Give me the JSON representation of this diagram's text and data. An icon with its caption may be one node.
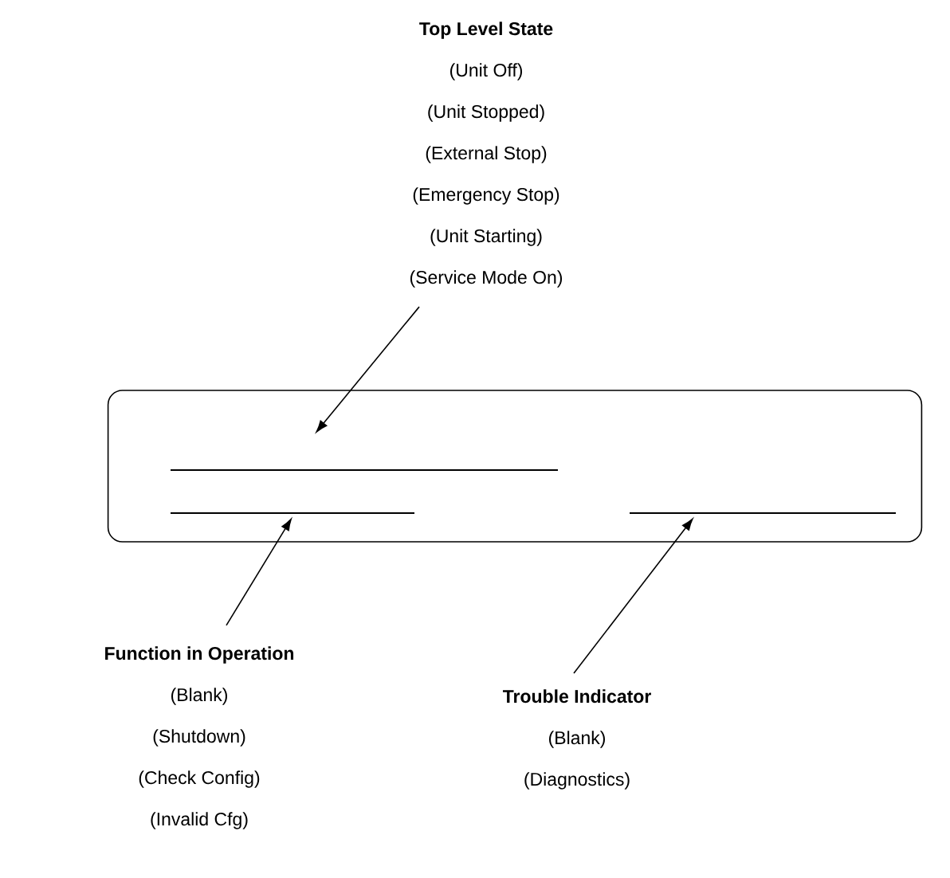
{
  "diagram": {
    "nodes": [
      {
        "text": [],
        "shape": "box"
      },
      {
        "text": [],
        "shape": "bar",
        "in": 0
      },
      {
        "text": [],
        "shape": "bar",
        "in": 0
      },
      {
        "text": [],
        "shape": "bar",
        "in": 0
      },
      {
        "text": [
          "Top Level State",
          "(Unit Off)",
          "(Unit Stopped)",
          "(External Stop)",
          "(Emergency Stop)",
          "(Unit Starting)",
          "(Service Mode On)"
        ]
      },
      {
        "text": [
          "Function in Operation",
          "(Blank)",
          "(Shutdown)",
          "(Check Config)",
          "(Invalid Cfg)"
        ]
      },
      {
        "text": [
          "Trouble Indicator",
          "(Blank)",
          "(Diagnostics)"
        ]
      }
    ],
    "edges": [
      {
        "from": 4,
        "to": 1,
        "arrow": "to"
      },
      {
        "from": 5,
        "to": 2,
        "arrow": "to"
      },
      {
        "from": 6,
        "to": 3,
        "arrow": "to"
      }
    ]
  }
}
